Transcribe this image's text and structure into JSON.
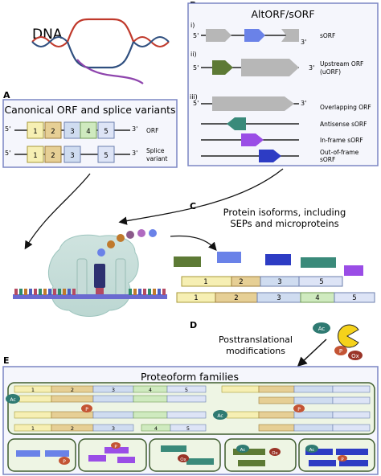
{
  "dna": {
    "label": "DNA"
  },
  "panel_letters": {
    "a": "A",
    "b": "B",
    "c": "C",
    "d": "D",
    "e": "E"
  },
  "panel_a": {
    "title": "Canonical ORF and splice variants",
    "orf": {
      "five_prime": "5'",
      "three_prime": "3'",
      "label": "ORF",
      "exons": [
        "1",
        "2",
        "3",
        "4",
        "5"
      ]
    },
    "splice": {
      "five_prime": "5'",
      "three_prime": "3'",
      "label_line1": "Splice",
      "label_line2": "variant",
      "exons": [
        "1",
        "2",
        "3",
        "5"
      ]
    }
  },
  "panel_b": {
    "title": "AltORF/sORF",
    "sub_i": "i)",
    "sub_ii": "ii)",
    "sub_iii": "iii)",
    "sorf": {
      "five_prime": "5'",
      "three_prime": "3'",
      "label": "sORF"
    },
    "uorf": {
      "five_prime": "5'",
      "three_prime": "3'",
      "label_line1": "Upstream ORF",
      "label_line2": "(uORF)"
    },
    "overlap": {
      "five_prime": "5'",
      "three_prime": "3'",
      "label": "Overlapping ORF"
    },
    "antisense": "Antisense sORF",
    "inframe": "In-frame sORF",
    "outframe_line1": "Out-of-frame",
    "outframe_line2": "sORF"
  },
  "panel_c": {
    "title_line1": "Protein isoforms, including",
    "title_line2": "SEPs and microproteins",
    "bar1": [
      "1",
      "2",
      "3",
      "5"
    ],
    "bar2": [
      "1",
      "2",
      "3",
      "4",
      "5"
    ]
  },
  "panel_d": {
    "title_line1": "Posttranslational",
    "title_line2": "modifications",
    "ac": "Ac",
    "p": "P",
    "ox": "Ox"
  },
  "panel_e": {
    "title": "Proteoform families",
    "exon_labels": [
      "1",
      "2",
      "3",
      "4",
      "5"
    ],
    "ac": "Ac",
    "p": "P",
    "ox": "Ox"
  },
  "colors": {
    "exon1": "#f6efb3",
    "exon2": "#e6cf95",
    "exon3": "#cfdcf0",
    "exon4": "#cfeabf",
    "exon5": "#dde4f6",
    "panel_border": "#7b86c4",
    "panel_fill": "#f5f6fc",
    "proteoform_fill": "#eef5e4",
    "proteoform_border": "#3f5d2e",
    "acetyl": "#2f7a72",
    "phospho": "#c45434",
    "oxidation": "#9a3428",
    "green_protein": "#5d7a35",
    "blue_protein": "#6a82e8",
    "navy_protein": "#2d3cc4",
    "teal_protein": "#3a8a7a",
    "purple_protein": "#9a4de6"
  }
}
